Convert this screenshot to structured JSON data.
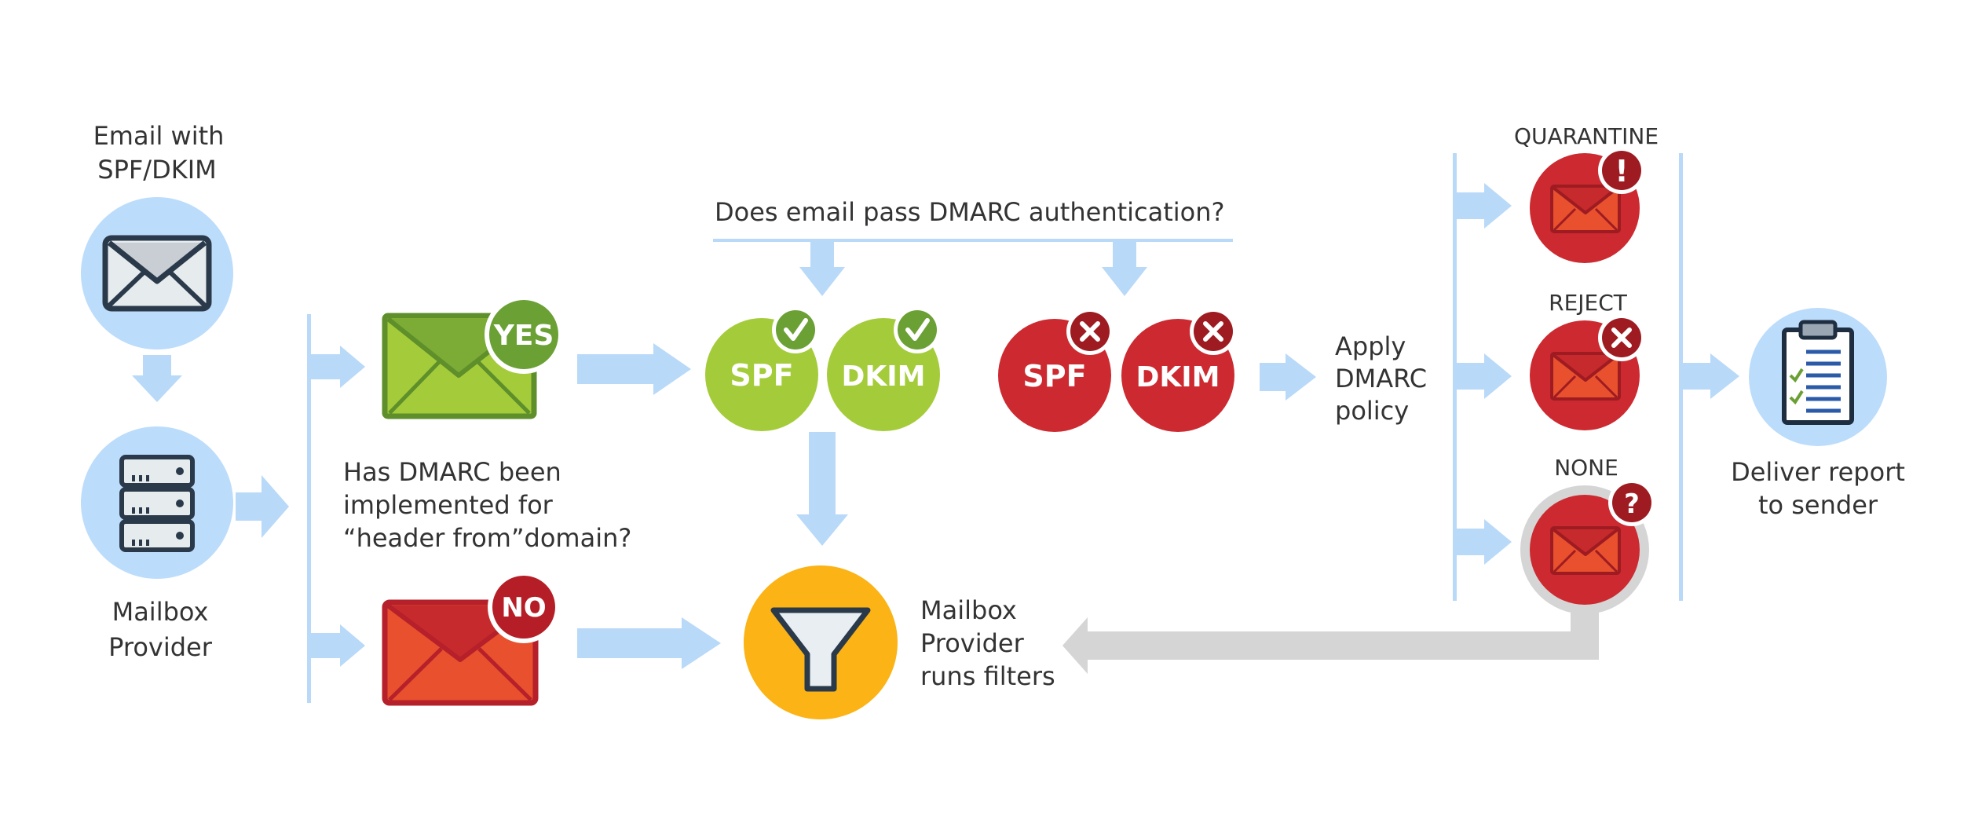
{
  "labels": {
    "email_with": "Email with",
    "spf_dkim": "SPF/DKIM",
    "mailbox": "Mailbox",
    "provider": "Provider",
    "question_line1": "Has DMARC been",
    "question_line2": "implemented for",
    "question_line3": "“header from”domain?",
    "dmarc_auth_question": "Does email pass DMARC authentication?",
    "apply_line1": "Apply",
    "apply_line2": "DMARC",
    "apply_line3": "policy",
    "filters_line1": "Mailbox",
    "filters_line2": "Provider",
    "filters_line3": "runs filters",
    "quarantine": "QUARANTINE",
    "reject": "REJECT",
    "none": "NONE",
    "deliver_line1": "Deliver report",
    "deliver_line2": "to sender"
  },
  "badges": {
    "yes": "YES",
    "no": "NO",
    "spf": "SPF",
    "dkim": "DKIM",
    "check": "✓",
    "cross": "x",
    "exclaim": "!",
    "question": "?"
  },
  "icons": [
    "envelope-icon",
    "server-icon",
    "funnel-icon",
    "clipboard-checklist-icon"
  ],
  "colors": {
    "arrow_blue": "#b9d9f9",
    "light_blue_circle": "#bcdcfb",
    "green": "#a4cc3a",
    "dark_green": "#6ba035",
    "red": "#cc2a30",
    "orange_red": "#e8502e",
    "dark_red_badge": "#9e1b22",
    "gold": "#fbb316",
    "gray_arrow": "#d5d5d5"
  }
}
